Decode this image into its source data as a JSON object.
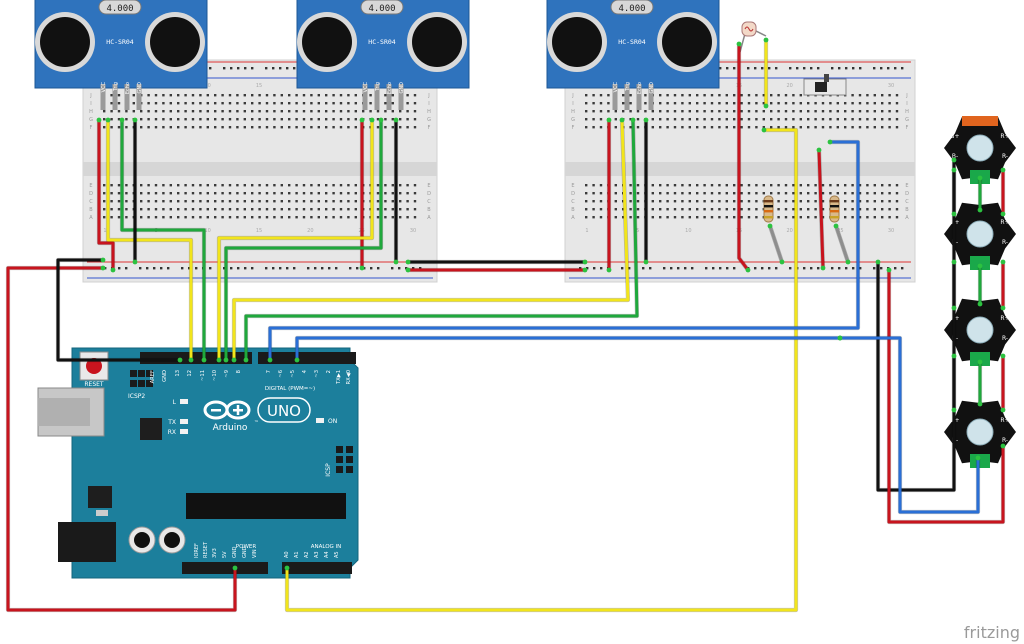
{
  "sensors": [
    {
      "display": "4.000",
      "label": "HC-SR04",
      "pins": [
        "VCC",
        "Trig",
        "Echo",
        "GND"
      ]
    },
    {
      "display": "4.000",
      "label": "HC-SR04",
      "pins": [
        "VCC",
        "Trig",
        "Echo",
        "GND"
      ]
    },
    {
      "display": "4.000",
      "label": "HC-SR04",
      "pins": [
        "VCC",
        "Trig",
        "Echo",
        "GND"
      ]
    }
  ],
  "breadboard": {
    "row_letters_top": [
      "J",
      "I",
      "H",
      "G",
      "F"
    ],
    "row_letters_bottom": [
      "E",
      "D",
      "C",
      "B",
      "A"
    ],
    "column_marks": [
      "1",
      "5",
      "10",
      "15",
      "20",
      "25",
      "30"
    ]
  },
  "arduino": {
    "reset_label": "RESET",
    "icsp2_label": "ICSP2",
    "icsp_label": "ICSP",
    "l_label": "L",
    "tx_label": "TX",
    "rx_label": "RX",
    "on_label": "ON",
    "brand": "Arduino",
    "trademark": "™",
    "model": "UNO",
    "digital_label": "DIGITAL (PWM=~)",
    "power_label": "POWER",
    "analog_label": "ANALOG IN",
    "top_pins_left": [
      "AREF",
      "GND",
      "13",
      "12",
      "~11",
      "~10",
      "~9",
      "8"
    ],
    "top_pins_right": [
      "7",
      "~6",
      "~5",
      "4",
      "~3",
      "2",
      "TX▶1",
      "RX◀0"
    ],
    "power_pins": [
      "IOREF",
      "RESET",
      "3V3",
      "5V",
      "GND",
      "GND",
      "VIN"
    ],
    "analog_pins": [
      "A0",
      "A1",
      "A2",
      "A3",
      "A4",
      "A5"
    ]
  },
  "leds": [
    {
      "plus_left": "B+",
      "plus_right": "R+",
      "minus_left": "B-",
      "minus_right": "R-"
    },
    {
      "plus_left": "B+",
      "plus_right": "R+",
      "minus_left": "B-",
      "minus_right": "R-"
    },
    {
      "plus_left": "B+",
      "plus_right": "R+",
      "minus_left": "B-",
      "minus_right": "R-"
    },
    {
      "plus_left": "B+",
      "plus_right": "R+",
      "minus_left": "B-",
      "minus_right": "R-"
    }
  ],
  "watermark": "fritzing",
  "colors": {
    "wire_red": "#c8141e",
    "wire_black": "#111111",
    "wire_yellow": "#f2e51b",
    "wire_green": "#1fa83c",
    "wire_blue": "#2a6fd6",
    "wire_gray": "#8e8e8e",
    "arduino_board": "#1c7f9c",
    "sensor_board": "#2f73bd",
    "breadboard": "#e7e7e7"
  }
}
